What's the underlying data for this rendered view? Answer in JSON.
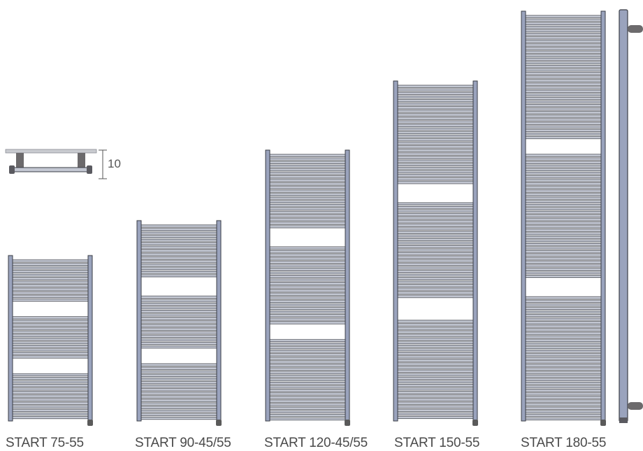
{
  "models": [
    {
      "label": "START 75-55",
      "gaps": 2
    },
    {
      "label": "START 90-45/55",
      "gaps": 2
    },
    {
      "label": "START 120-45/55",
      "gaps": 2
    },
    {
      "label": "START 150-55",
      "gaps": 2
    },
    {
      "label": "START 180-55",
      "gaps": 2
    }
  ],
  "detail": {
    "dimension_label": "10"
  },
  "colors": {
    "tube_fill": "#c4c8d3",
    "tube_stroke": "#3a3d45",
    "rail_fill": "#9aa3bd",
    "mount": "#5a5a5a",
    "label": "#4a4a4a"
  },
  "icons": [
    "towel-rail-icon",
    "wall-bracket-icon",
    "valve-icon"
  ]
}
